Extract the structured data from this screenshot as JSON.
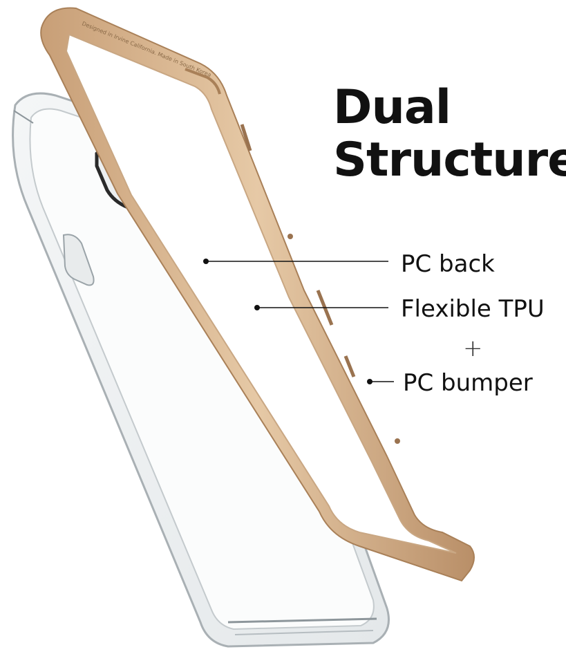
{
  "headline": {
    "line1": "Dual",
    "line2": "Structure"
  },
  "callouts": {
    "pc_back": "PC back",
    "flexible_tpu": "Flexible TPU",
    "plus": "+",
    "pc_bumper": "PC bumper"
  },
  "bumper_engraving": "Designed in Irvine California. Made in South Korea",
  "colors": {
    "background": "#ffffff",
    "bumper_gold": "#d9b68f",
    "bumper_shadow": "#b8906a",
    "clear_case_edge": "#9aa3a8",
    "text": "#111111"
  }
}
